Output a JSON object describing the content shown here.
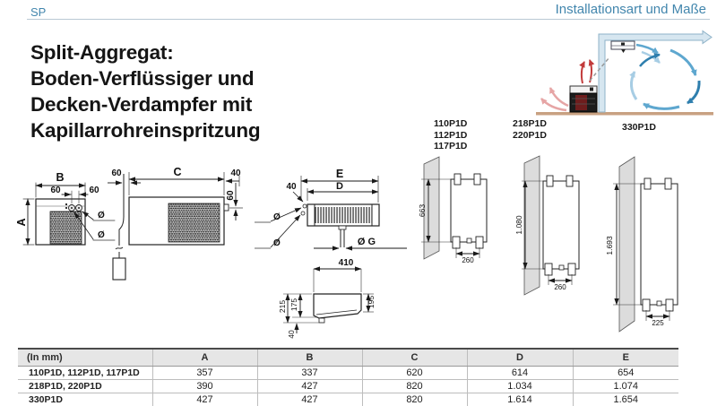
{
  "header": {
    "code": "SP",
    "section_title": "Installationsart und Maße"
  },
  "title": {
    "line1": "Split-Aggregat:",
    "line2": "Boden-Verflüssiger und",
    "line3": "Decken-Verdampfer mit",
    "line4": "Kapillarrohreinspritzung"
  },
  "drawings": {
    "condenser_front": {
      "dim_width": "B",
      "dim_height": "A",
      "dim_offset_left": "60",
      "dim_offset_right": "60",
      "dia_top": "Ø",
      "dia_bottom": "Ø"
    },
    "condenser_side": {
      "dim_clearance": "60",
      "dim_length": "C",
      "dim_top_right": "40",
      "dim_side_height": "60"
    },
    "evaporator_front": {
      "dim_total_width": "E",
      "dim_body_width": "D",
      "dim_left_offset": "40",
      "dia_top": "Ø",
      "dia_bottom": "Ø",
      "dia_drain": "Ø G"
    },
    "evaporator_side": {
      "dim_width": "410",
      "dim_total_height": "215",
      "dim_body_height": "175",
      "dim_front_height": "195",
      "dim_foot": "40"
    },
    "wall_mounts": [
      {
        "model_lines": [
          "110P1D",
          "112P1D",
          "117P1D"
        ],
        "dim_height": "663",
        "dim_width": "260"
      },
      {
        "model_lines": [
          "218P1D",
          "220P1D"
        ],
        "dim_height": "1.080",
        "dim_width": "260"
      },
      {
        "model_lines": [
          "330P1D"
        ],
        "dim_height": "1.693",
        "dim_width": "225"
      }
    ]
  },
  "table": {
    "unit_header": "(In mm)",
    "columns": [
      "A",
      "B",
      "C",
      "D",
      "E"
    ],
    "rows": [
      {
        "model": "110P1D, 112P1D, 117P1D",
        "A": "357",
        "B": "337",
        "C": "620",
        "D": "614",
        "E": "654"
      },
      {
        "model": "218P1D, 220P1D",
        "A": "390",
        "B": "427",
        "C": "820",
        "D": "1.034",
        "E": "1.074"
      },
      {
        "model": "330P1D",
        "A": "427",
        "B": "427",
        "C": "820",
        "D": "1.614",
        "E": "1.654"
      }
    ]
  },
  "colors": {
    "accent_blue": "#4286ad",
    "drawing_line": "#1a1a1a",
    "wall_panel": "#dcdcdc",
    "cool_air_dark": "#2f7fae",
    "cool_air_mid": "#5ea7cf",
    "cool_air_light": "#a7cde4",
    "warm_air_red": "#c23b3b",
    "warm_air_pink": "#e6a5a5",
    "floor_tan": "#c8a181"
  }
}
